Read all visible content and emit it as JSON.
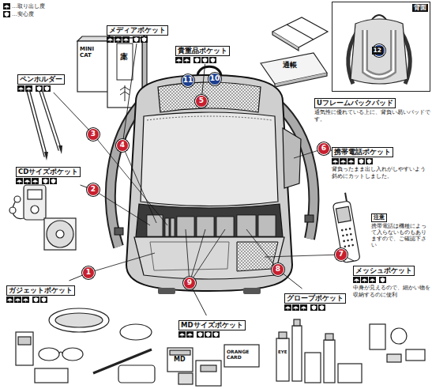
{
  "diagram": {
    "nodes": [
      {
        "text": [
          "背面"
        ]
      },
      {
        "text": [
          "12"
        ],
        "in": 0
      },
      {
        "text": [
          "メディアポケット"
        ]
      },
      {
        "text": [
          "貴重品ポケット"
        ]
      },
      {
        "text": [
          "Uフレームバックパッド",
          "通気性に優れている上に、背負い易いパッドです。"
        ]
      },
      {
        "text": [
          "ペンホルダー"
        ]
      },
      {
        "text": [
          "11"
        ]
      },
      {
        "text": [
          "10"
        ]
      },
      {
        "text": [
          "5"
        ]
      },
      {
        "text": [
          "3"
        ]
      },
      {
        "text": [
          "4"
        ]
      },
      {
        "text": [
          "携帯電話ポケット",
          "背負ったまま出し入れがしやすいよう斜めにカットしました。"
        ]
      },
      {
        "text": [
          "6"
        ]
      },
      {
        "text": [
          "CDサイズポケット"
        ]
      },
      {
        "text": [
          "2"
        ]
      },
      {
        "text": [
          "注意",
          "携帯電話は機種によって入らないものもありますので、ご確認下さい"
        ]
      },
      {
        "text": [
          "7"
        ]
      },
      {
        "text": [
          "メッシュポケット",
          "中身が見えるので、細かい物を収納するのに便利"
        ]
      },
      {
        "text": [
          "8"
        ]
      },
      {
        "text": [
          "1"
        ]
      },
      {
        "text": [
          "グローブポケット"
        ]
      },
      {
        "text": [
          "ガジェットポケット"
        ]
      },
      {
        "text": [
          "9"
        ]
      },
      {
        "text": [
          "MDサイズポケット"
        ]
      }
    ],
    "edges": [
      {
        "from": 10,
        "to": 2,
        "arrow": "none"
      },
      {
        "from": 8,
        "to": 3,
        "arrow": "none"
      },
      {
        "from": 9,
        "to": 5,
        "arrow": "none"
      },
      {
        "from": 12,
        "to": 11,
        "arrow": "none"
      },
      {
        "from": 14,
        "to": 13,
        "arrow": "none"
      },
      {
        "from": 16,
        "to": 17,
        "arrow": "none"
      },
      {
        "from": 18,
        "to": 20,
        "arrow": "none"
      },
      {
        "from": 19,
        "to": 21,
        "arrow": "none"
      },
      {
        "from": 22,
        "to": 23,
        "arrow": "none"
      }
    ],
    "labels": [
      "MINI CAT",
      "文庫本",
      "通帳",
      "MD",
      "ORANGE CARD",
      "EYE"
    ],
    "legend": [
      {
        "text": "…取り出し度"
      },
      {
        "text": "…安心度"
      }
    ]
  }
}
